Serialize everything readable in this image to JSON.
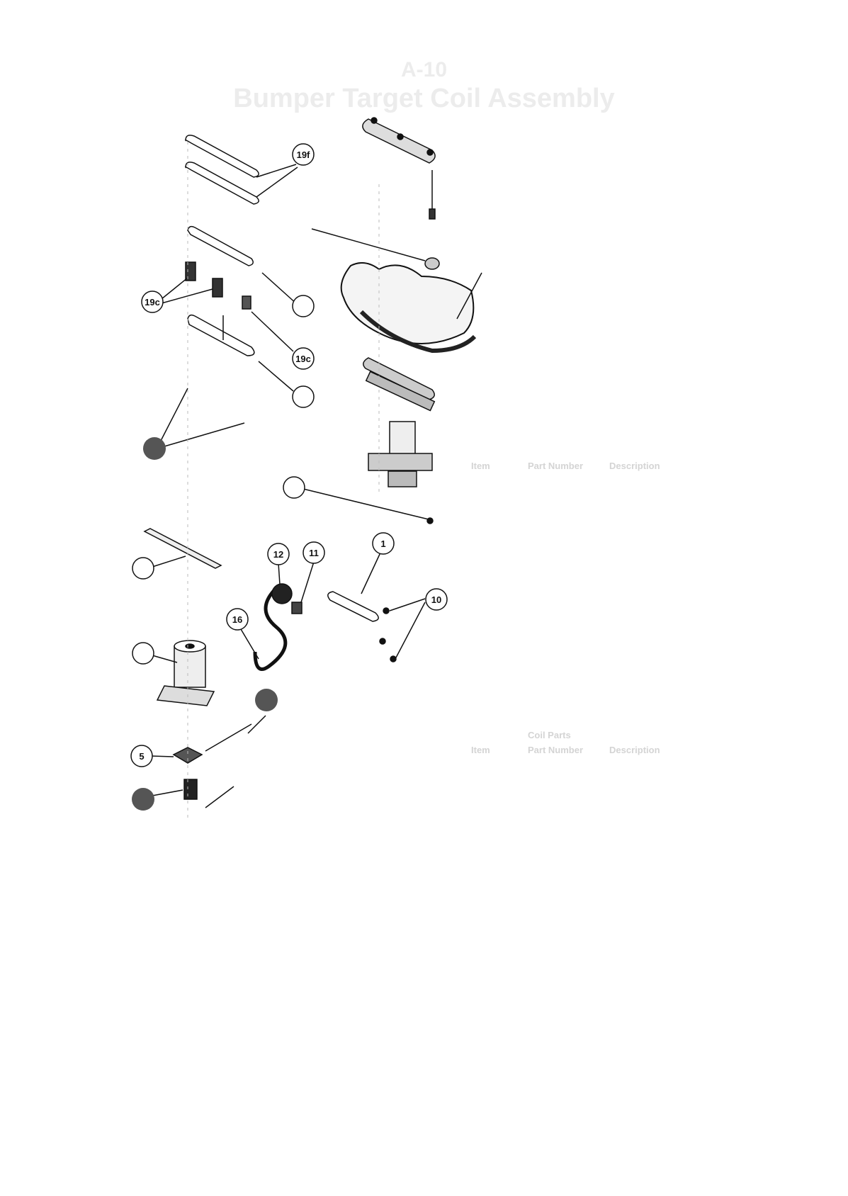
{
  "title": {
    "code": "A-10",
    "main": "Bumper Target Coil Assembly"
  },
  "callouts": [
    "19f",
    "19c",
    "19c",
    "12",
    "11",
    "1",
    "10",
    "16",
    "5"
  ],
  "table1": {
    "headers": [
      "Item",
      "Part Number",
      "Description",
      ""
    ],
    "rows": [
      [
        "",
        "",
        "",
        ""
      ],
      [
        "",
        "",
        "",
        ""
      ],
      [
        "",
        "",
        "",
        ""
      ],
      [
        "",
        "",
        "",
        ""
      ],
      [
        "",
        "",
        "",
        ""
      ],
      [
        "",
        "",
        "",
        ""
      ],
      [
        "",
        "",
        "",
        ""
      ],
      [
        "",
        "",
        "",
        ""
      ],
      [
        "",
        "",
        "",
        ""
      ],
      [
        "",
        "",
        "",
        ""
      ],
      [
        "",
        "",
        "",
        ""
      ],
      [
        "",
        "",
        "",
        ""
      ],
      [
        "",
        "",
        "",
        ""
      ],
      [
        "",
        "",
        "",
        ""
      ],
      [
        "",
        "",
        "",
        ""
      ],
      [
        "",
        "",
        "",
        ""
      ]
    ]
  },
  "table2": {
    "section": "Coil Parts",
    "headers": [
      "Item",
      "Part Number",
      "Description",
      ""
    ]
  },
  "colors": {
    "ink": "#111111",
    "faded_text": "#dcdcdc"
  }
}
